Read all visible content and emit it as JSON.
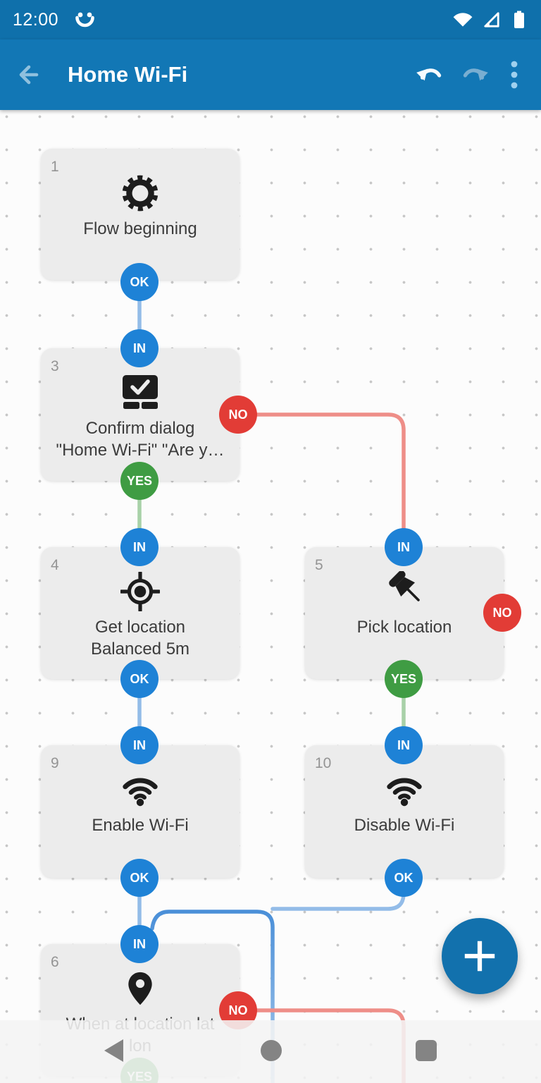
{
  "status_bar": {
    "time": "12:00",
    "icons": [
      "automate-notification",
      "wifi",
      "cell-signal",
      "battery"
    ]
  },
  "app_bar": {
    "title": "Home Wi-Fi",
    "back_label": "back",
    "undo_label": "undo",
    "redo_label": "redo",
    "menu_label": "more-options",
    "undo_enabled": true,
    "redo_enabled": false
  },
  "port_labels": {
    "ok": "OK",
    "in": "IN",
    "yes": "YES",
    "no": "NO"
  },
  "blocks": [
    {
      "number": "1",
      "icon": "gear",
      "label": "Flow beginning"
    },
    {
      "number": "3",
      "icon": "confirm-dialog",
      "label": "Confirm dialog\n\"Home Wi-Fi\" \"Are y…"
    },
    {
      "number": "4",
      "icon": "location-crosshair",
      "label": "Get location\nBalanced 5m"
    },
    {
      "number": "5",
      "icon": "pushpin",
      "label": "Pick location"
    },
    {
      "number": "9",
      "icon": "wifi",
      "label": "Enable Wi-Fi"
    },
    {
      "number": "10",
      "icon": "wifi",
      "label": "Disable Wi-Fi"
    },
    {
      "number": "6",
      "icon": "map-pin",
      "label": "When at location lat\nlon"
    }
  ],
  "fab": {
    "label": "add-block"
  },
  "nav_bar": {
    "buttons": [
      "back",
      "home",
      "recents"
    ]
  },
  "colors": {
    "status_bar": "#0f70ab",
    "app_bar": "#1277b5",
    "port_blue": "#1e82d6",
    "port_green": "#3f9c43",
    "port_red": "#e23c36",
    "line_blue": "#93bce8",
    "line_blue_dark": "#4a8fd8",
    "line_green": "#a8d1a8",
    "line_red": "#ee8e88",
    "fab": "#1271ad",
    "block_fill": "#ececec"
  }
}
